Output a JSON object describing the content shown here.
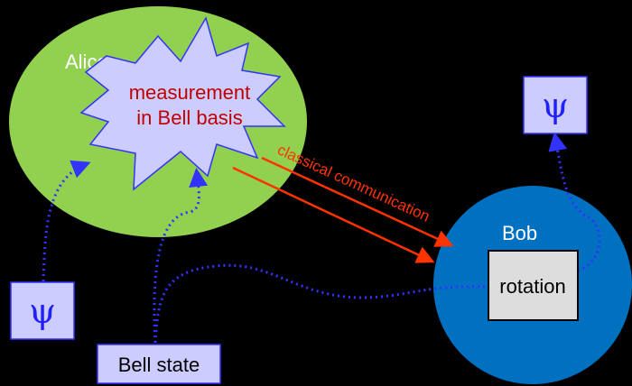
{
  "alice": {
    "label": "Alice",
    "color": "#92d050"
  },
  "measurement": {
    "line1": "measurement",
    "line2": "in Bell basis",
    "color": "#c00000",
    "fill": "#ccccff"
  },
  "classical": {
    "label": "classical communication",
    "color": "#ff3300"
  },
  "bob": {
    "label": "Bob",
    "color": "#0070c0"
  },
  "rotation": {
    "label": "rotation"
  },
  "psi_input": {
    "symbol": "ψ"
  },
  "psi_output": {
    "symbol": "ψ"
  },
  "bell_state": {
    "label": "Bell state"
  },
  "quantum_link_color": "#3333ff"
}
